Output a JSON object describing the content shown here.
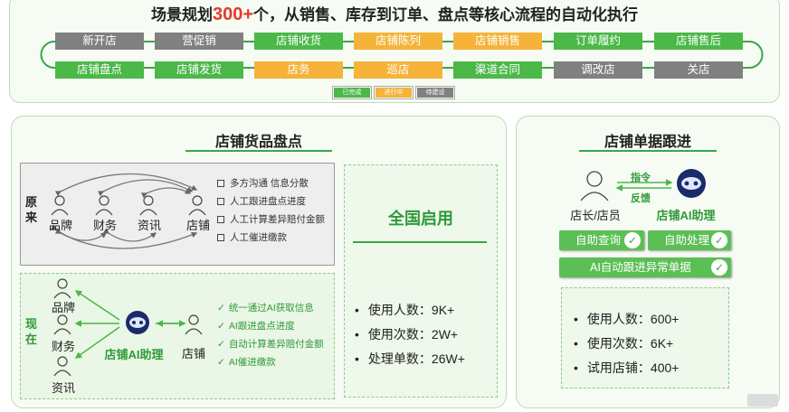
{
  "header": {
    "title_prefix": "场景规划",
    "title_highlight": "300+",
    "title_suffix": "个，从销售、库存到订单、盘点等核心流程的自动化执行"
  },
  "processes_row1": [
    "新开店",
    "营促销",
    "店铺收货",
    "店铺陈列",
    "店铺销售",
    "订单履约",
    "店铺售后"
  ],
  "processes_row2": [
    "店铺盘点",
    "店铺发货",
    "店务",
    "巡店",
    "渠道合同",
    "调改店",
    "关店"
  ],
  "legend": {
    "done": "已完成",
    "in_progress": "进行中",
    "pending": "待建设"
  },
  "colors": {
    "done": "#4bb848",
    "in_progress": "#f5b33a",
    "pending": "#808080",
    "accent": "#2f9a38"
  },
  "left_panel": {
    "title": "店铺货品盘点",
    "before": {
      "label": "原来",
      "persons": [
        "品牌",
        "财务",
        "资讯",
        "店铺"
      ],
      "items": [
        "多方沟通 信息分散",
        "人工跟进盘点进度",
        "人工计算差异赔付金额",
        "人工催进缴款"
      ]
    },
    "now": {
      "label": "现在",
      "persons": [
        "品牌",
        "财务",
        "资讯"
      ],
      "ai_label": "店铺AI助理",
      "store_label": "店铺",
      "items": [
        "统一通过AI获取信息",
        "AI跟进盘点进度",
        "自动计算差异赔付金额",
        "AI催进缴款"
      ]
    },
    "rollout": "全国启用",
    "stats": [
      "使用人数：9K+",
      "使用次数：2W+",
      "处理单数：26W+"
    ]
  },
  "right_panel": {
    "title": "店铺单据跟进",
    "arrow_top": "指令",
    "arrow_bottom": "反馈",
    "person_label": "店长/店员",
    "ai_label": "店铺AI助理",
    "buttons": [
      "自助查询",
      "自助处理",
      "AI自动跟进异常单据"
    ],
    "stats": [
      "使用人数：600+",
      "使用次数：6K+",
      "试用店铺：400+"
    ]
  }
}
